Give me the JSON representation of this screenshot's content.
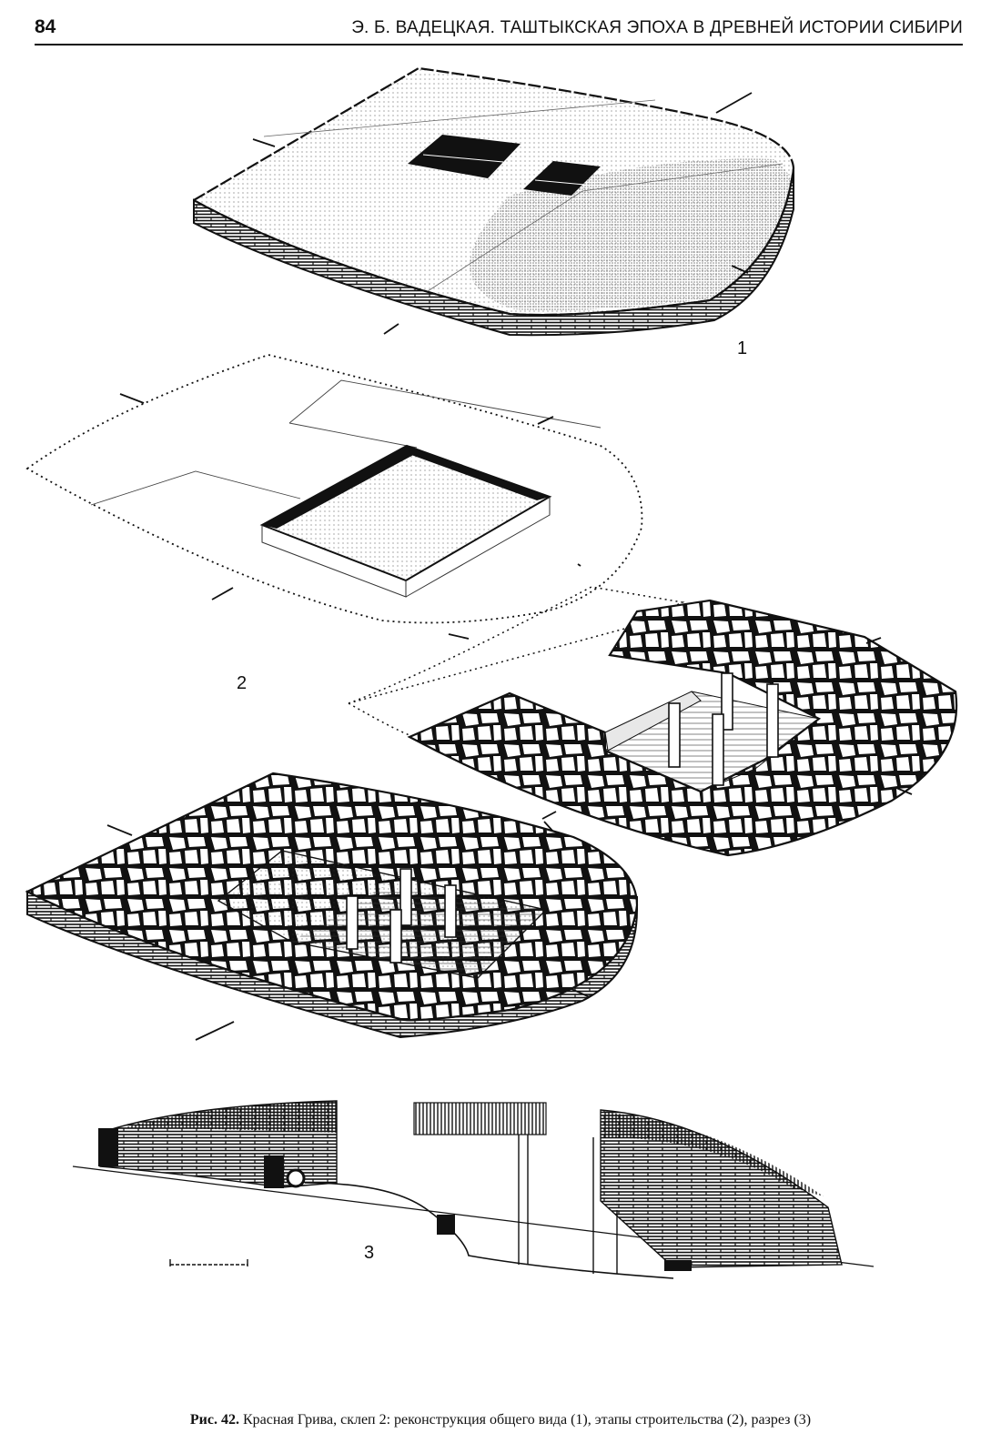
{
  "header": {
    "page_number": "84",
    "running_title": "Э. Б. ВАДЕЦКАЯ. ТАШТЫКСКАЯ ЭПОХА В ДРЕВНЕЙ ИСТОРИИ СИБИРИ"
  },
  "figure": {
    "labels": {
      "view1": "1",
      "stage2": "2",
      "section3": "3"
    }
  },
  "caption": {
    "fig_ref": "Рис. 42.",
    "text": "Красная Грива, склеп 2: реконструкция общего вида (1), этапы строительства (2), разрез (3)"
  }
}
